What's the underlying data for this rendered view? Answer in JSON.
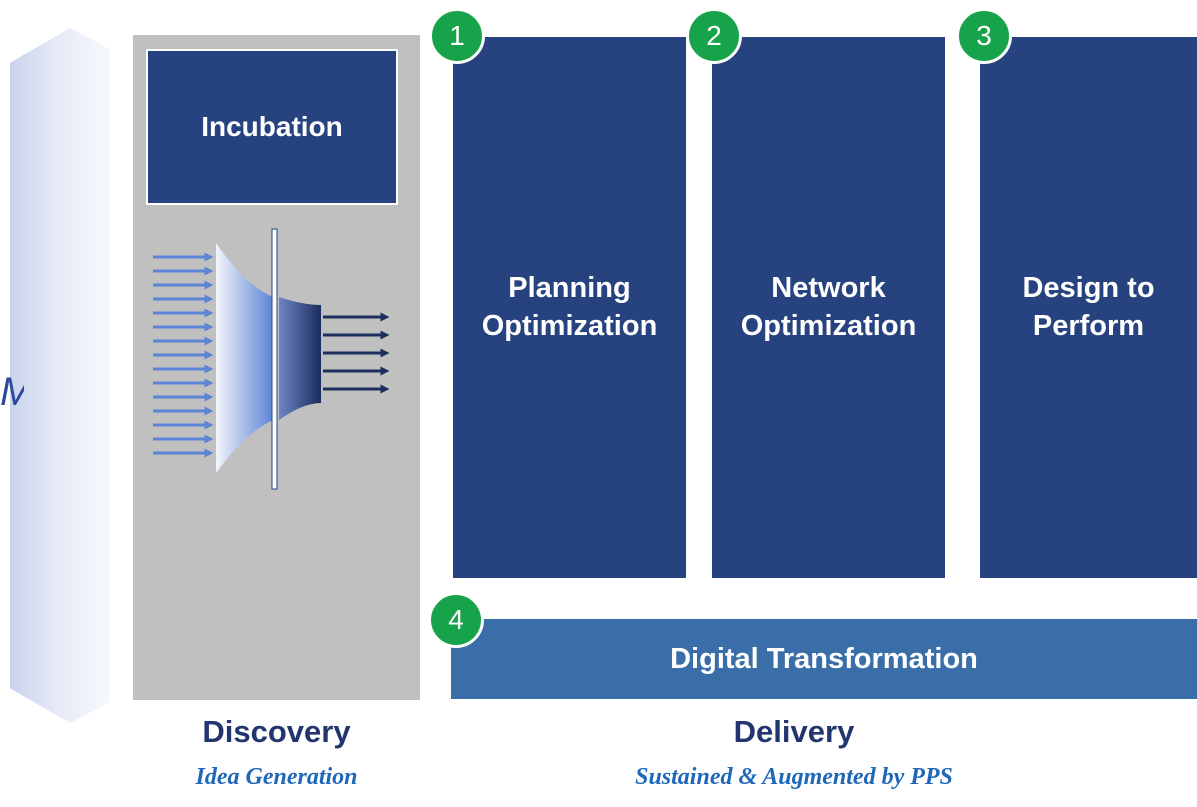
{
  "left_band": {
    "glyph": "M"
  },
  "discovery": {
    "box_label": "Incubation",
    "title": "Discovery",
    "subtitle": "Idea Generation"
  },
  "pillars": [
    {
      "number": "1",
      "line1": "Planning",
      "line2": "Optimization"
    },
    {
      "number": "2",
      "line1": "Network",
      "line2": "Optimization"
    },
    {
      "number": "3",
      "line1": "Design to",
      "line2": "Perform"
    }
  ],
  "foundation": {
    "number": "4",
    "label": "Digital Transformation"
  },
  "delivery": {
    "title": "Delivery",
    "subtitle": "Sustained & Augmented by PPS"
  },
  "colors": {
    "pillar": "#26437f",
    "foundation": "#3a6ea8",
    "badge": "#16a34a",
    "discovery_panel": "#c0c0c0",
    "title_text": "#23356e",
    "subtitle_text": "#1f67b8"
  },
  "icons": [
    "funnel-icon",
    "arrow-icon"
  ]
}
